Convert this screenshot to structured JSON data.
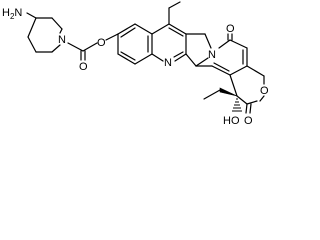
{
  "structure": {
    "labels": {
      "amine": "H",
      "amine_n": "N",
      "amine_sub": "2",
      "piperidine_n": "N",
      "ester_o": "O",
      "carbonyl_o": "O",
      "quinoline_n": "N",
      "pyridone_n": "N",
      "lactam_o": "O",
      "lactone_ring_o": "O",
      "lactone_carbonyl_o": "O",
      "hydroxyl_o": "O",
      "hydroxyl_h": "H"
    }
  }
}
